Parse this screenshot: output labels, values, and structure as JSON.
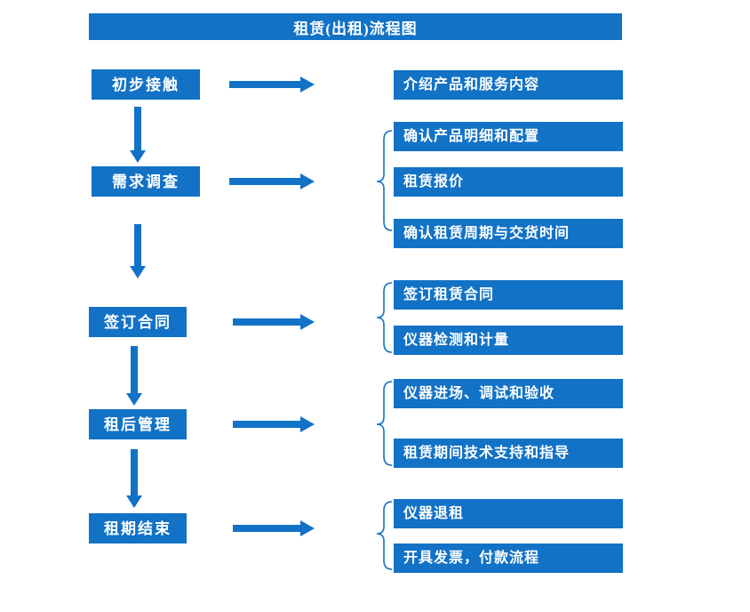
{
  "title": "租赁(出租)流程图",
  "colors": {
    "primary_blue": "#1272C6",
    "text_white": "#FFFFFF",
    "background": "#FFFFFF"
  },
  "steps": [
    {
      "label": "初步接触",
      "outputs": [
        "介绍产品和服务内容"
      ]
    },
    {
      "label": "需求调查",
      "outputs": [
        "确认产品明细和配置",
        "租赁报价",
        "确认租赁周期与交货时间"
      ]
    },
    {
      "label": "签订合同",
      "outputs": [
        "签订租赁合同",
        "仪器检测和计量"
      ]
    },
    {
      "label": "租后管理",
      "outputs": [
        "仪器进场、调试和验收",
        "租赁期间技术支持和指导"
      ]
    },
    {
      "label": "租期结束",
      "outputs": [
        "仪器退租",
        "开具发票，付款流程"
      ]
    }
  ]
}
